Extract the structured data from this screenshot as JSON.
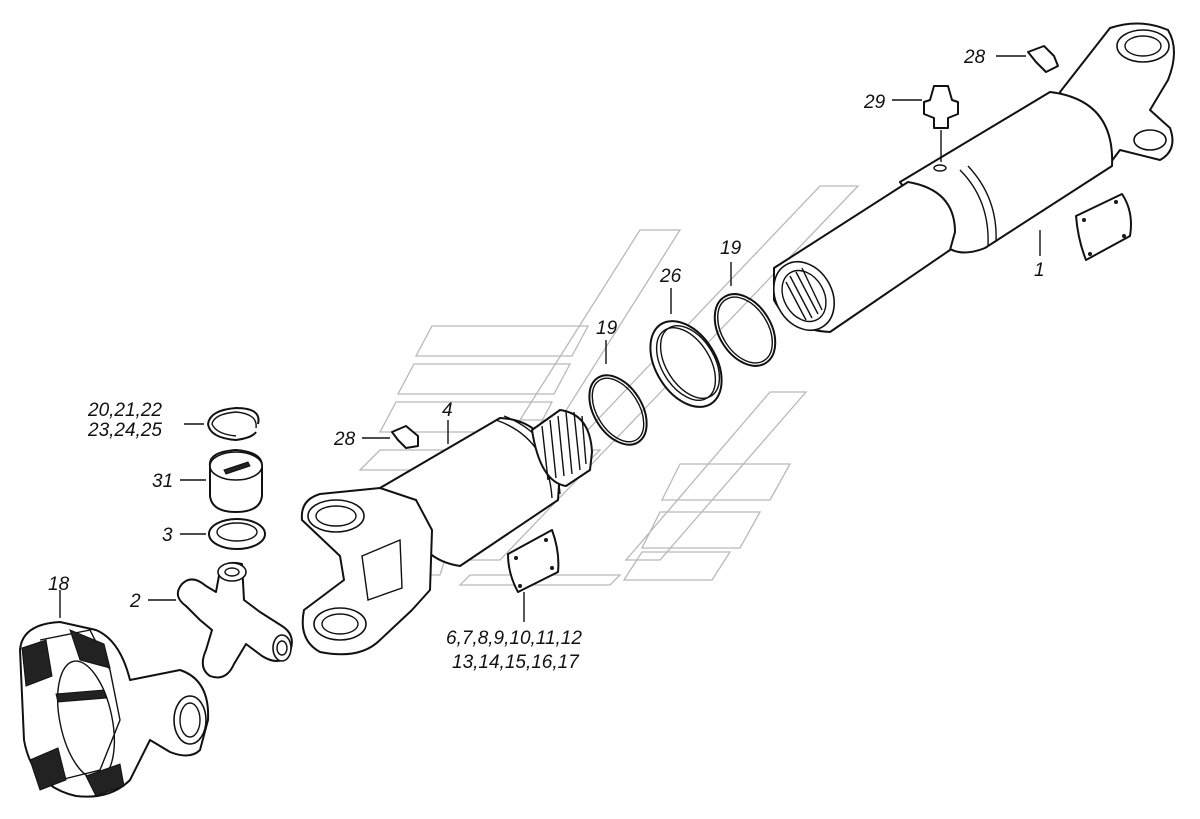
{
  "diagram": {
    "callouts": [
      {
        "id": "c1",
        "text": "1"
      },
      {
        "id": "c2",
        "text": "2"
      },
      {
        "id": "c3",
        "text": "3"
      },
      {
        "id": "c4",
        "text": "4"
      },
      {
        "id": "c6a",
        "text": "6,7,8,9,10,11,12"
      },
      {
        "id": "c6b",
        "text": "13,14,15,16,17"
      },
      {
        "id": "c18",
        "text": "18"
      },
      {
        "id": "c19a",
        "text": "19"
      },
      {
        "id": "c19b",
        "text": "19"
      },
      {
        "id": "c20a",
        "text": "20,21,22"
      },
      {
        "id": "c20b",
        "text": "23,24,25"
      },
      {
        "id": "c26",
        "text": "26"
      },
      {
        "id": "c28a",
        "text": "28"
      },
      {
        "id": "c28b",
        "text": "28"
      },
      {
        "id": "c29",
        "text": "29"
      },
      {
        "id": "c31",
        "text": "31"
      }
    ]
  }
}
